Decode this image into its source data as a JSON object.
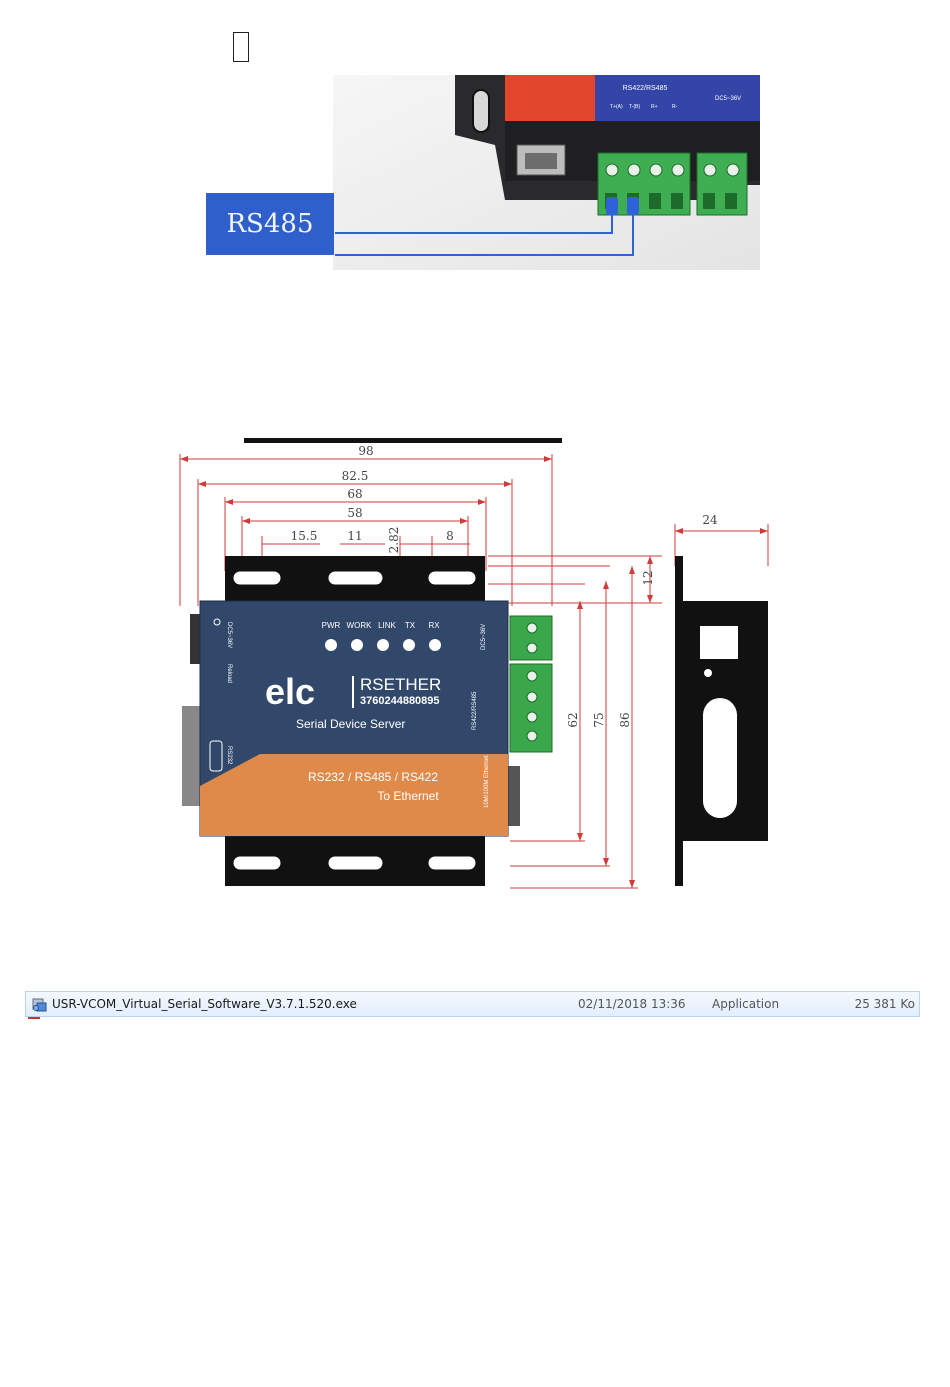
{
  "photo": {
    "label": "RS485",
    "panel_title": "RS422/RS485",
    "pin_labels": [
      "T+(A)",
      "T-(B)",
      "R+",
      "R-"
    ],
    "power_label": "DC5~36V"
  },
  "drawing": {
    "dimensions": {
      "d98": "98",
      "d82_5": "82.5",
      "d68": "68",
      "d58": "58",
      "d15_5": "15.5",
      "d11": "11",
      "d2_82": "2.82",
      "d8": "8",
      "d12": "12",
      "d24": "24",
      "d62": "62",
      "d75": "75",
      "d86": "86"
    },
    "device": {
      "led_labels": [
        "PWR",
        "WORK",
        "LINK",
        "TX",
        "RX"
      ],
      "brand": "elc",
      "model": "RSETHER",
      "ean": "3760244880895",
      "subtitle": "Serial Device Server",
      "band_line1": "RS232 / RS485 / RS422",
      "band_line2": "To Ethernet",
      "left_power": "DC5~36V",
      "left_reload": "Reload",
      "left_rs232": "RS232",
      "right_power": "DC5~36V",
      "right_rs": "RS422/RS485",
      "right_eth": "10M/100M Ethernet",
      "colors": {
        "panel": "#31486b",
        "band": "#e08a4a",
        "terminal": "#3aa84a"
      }
    }
  },
  "file": {
    "name": "USR-VCOM_Virtual_Serial_Software_V3.7.1.520.exe",
    "date": "02/11/2018 13:36",
    "type": "Application",
    "size": "25 381 Ko",
    "icon": "setup-exe-icon"
  }
}
